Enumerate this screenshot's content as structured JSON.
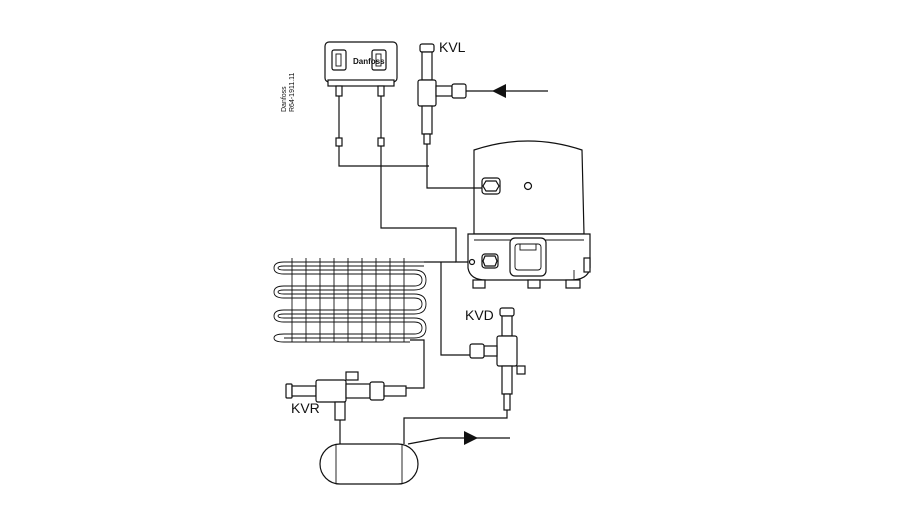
{
  "labels": {
    "kvl": "KVL",
    "kvd": "KVD",
    "kvr": "KVR",
    "brand": "Danfoss",
    "code": "R64-1911.11"
  },
  "colors": {
    "line": "#111111",
    "background": "#ffffff"
  },
  "icons": {
    "inlet_arrow": "arrow-left-icon",
    "outlet_arrow": "arrow-right-icon"
  }
}
